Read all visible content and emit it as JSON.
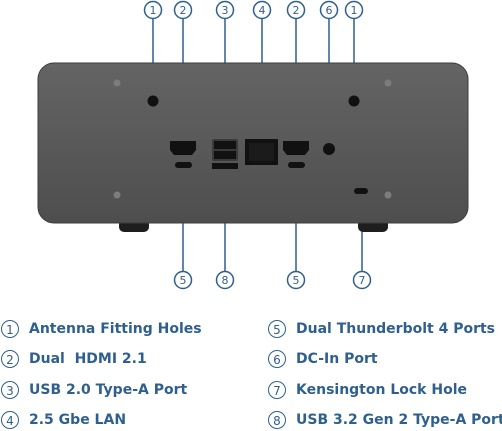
{
  "callouts": {
    "top": [
      "1",
      "2",
      "3",
      "4",
      "2",
      "6",
      "1"
    ],
    "bottom": [
      "5",
      "8",
      "5",
      "7"
    ]
  },
  "legend": [
    {
      "num": "1",
      "label": "Antenna Fitting Holes"
    },
    {
      "num": "2",
      "label": "Dual  HDMI 2.1"
    },
    {
      "num": "3",
      "label": "USB 2.0 Type-A Port"
    },
    {
      "num": "4",
      "label": "2.5 Gbe LAN"
    },
    {
      "num": "5",
      "label": "Dual Thunderbolt 4 Ports"
    },
    {
      "num": "6",
      "label": "DC-In Port"
    },
    {
      "num": "7",
      "label": "Kensington Lock Hole"
    },
    {
      "num": "8",
      "label": "USB 3.2 Gen 2 Type-A Port"
    }
  ],
  "colors": {
    "accent": "#2f5f8f",
    "device": "#5a5a5a",
    "device_edge": "#3c3c3c"
  }
}
